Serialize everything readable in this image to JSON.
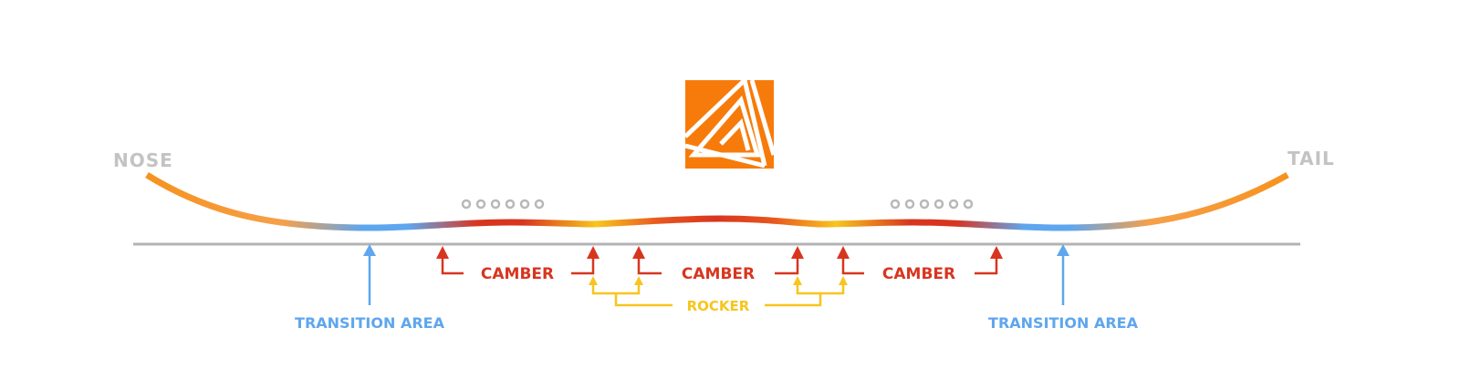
{
  "labels": {
    "nose": "NOSE",
    "tail": "TAIL",
    "camber_left": "CAMBER",
    "camber_center": "CAMBER",
    "camber_right": "CAMBER",
    "rocker": "ROCKER",
    "transition_left": "TRANSITION AREA",
    "transition_right": "TRANSITION AREA"
  },
  "colors": {
    "camber": "#d8351f",
    "rocker": "#f7c51e",
    "transition": "#5ea6ee",
    "board_end": "#f7921e",
    "logo": "#f77b0a",
    "ground": "#b3b3b3",
    "end_label": "#c3c3c3"
  },
  "icons": {
    "logo": "triangle-logo-icon",
    "insert_dots": "insert-holes-icon"
  }
}
